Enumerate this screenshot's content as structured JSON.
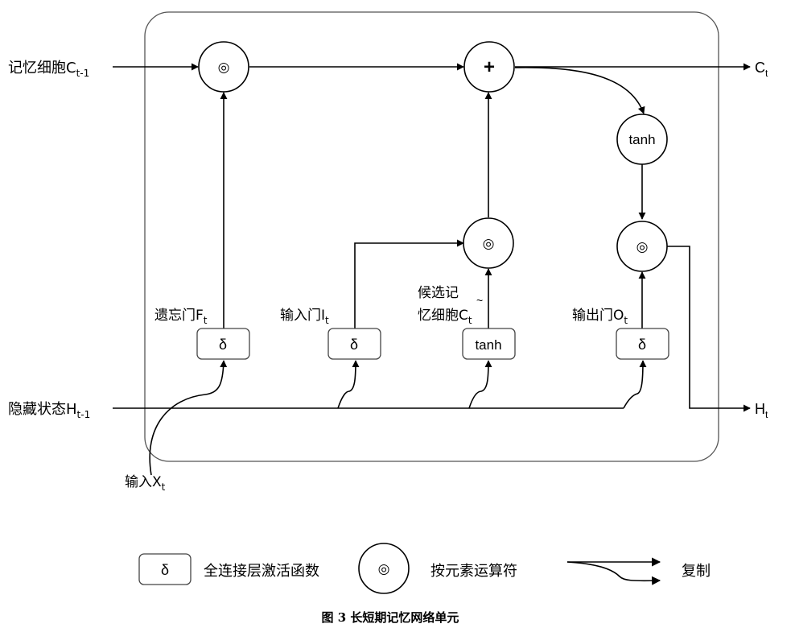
{
  "diagram": {
    "inputs": {
      "cell_prev_label": "记忆细胞C",
      "cell_prev_sub": "t-1",
      "hidden_prev_label": "隐藏状态H",
      "hidden_prev_sub": "t-1",
      "x_label": "输入X",
      "x_sub": "t"
    },
    "outputs": {
      "cell_label": "C",
      "cell_sub": "t",
      "hidden_label": "H",
      "hidden_sub": "t"
    },
    "gates": {
      "forget_label": "遗忘门F",
      "forget_sub": "t",
      "input_label": "输入门I",
      "input_sub": "t",
      "candidate_line1": "候选记",
      "candidate_line2": "忆细胞C",
      "candidate_sub": "t",
      "candidate_accent": "~",
      "output_label": "输出门O",
      "output_sub": "t"
    },
    "boxes": {
      "sigma": "δ",
      "tanh": "tanh"
    },
    "nodes": {
      "elementwise": "◎",
      "plus": "+",
      "tanh": "tanh"
    },
    "legend": {
      "box_symbol": "δ",
      "box_desc": "全连接层激活函数",
      "op_symbol": "◎",
      "op_desc": "按元素运算符",
      "copy_desc": "复制"
    },
    "caption": "图 3 长短期记忆网络单元"
  }
}
